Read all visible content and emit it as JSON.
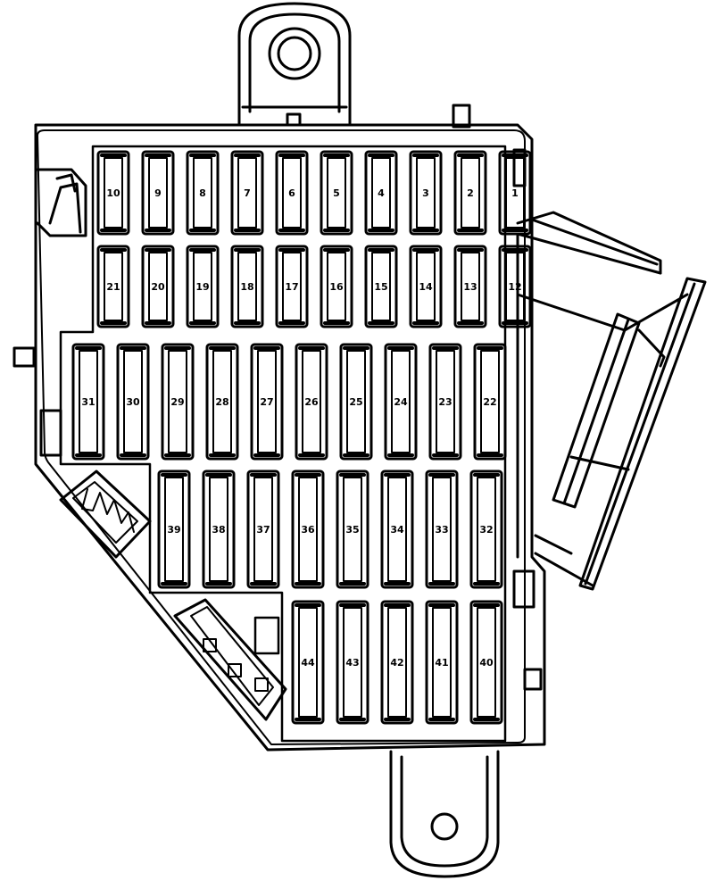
{
  "colors": {
    "stroke": "#000000",
    "background": "#ffffff"
  },
  "fuse_rows": [
    {
      "row": 1,
      "labels": [
        "10",
        "9",
        "8",
        "7",
        "6",
        "5",
        "4",
        "3",
        "2",
        "1"
      ]
    },
    {
      "row": 2,
      "labels": [
        "21",
        "20",
        "19",
        "18",
        "17",
        "16",
        "15",
        "14",
        "13",
        "12"
      ]
    },
    {
      "row": 3,
      "labels": [
        "31",
        "30",
        "29",
        "28",
        "27",
        "26",
        "25",
        "24",
        "23",
        "22"
      ]
    },
    {
      "row": 4,
      "labels": [
        "39",
        "38",
        "37",
        "36",
        "35",
        "34",
        "33",
        "32"
      ]
    },
    {
      "row": 5,
      "labels": [
        "44",
        "43",
        "42",
        "41",
        "40"
      ]
    }
  ]
}
